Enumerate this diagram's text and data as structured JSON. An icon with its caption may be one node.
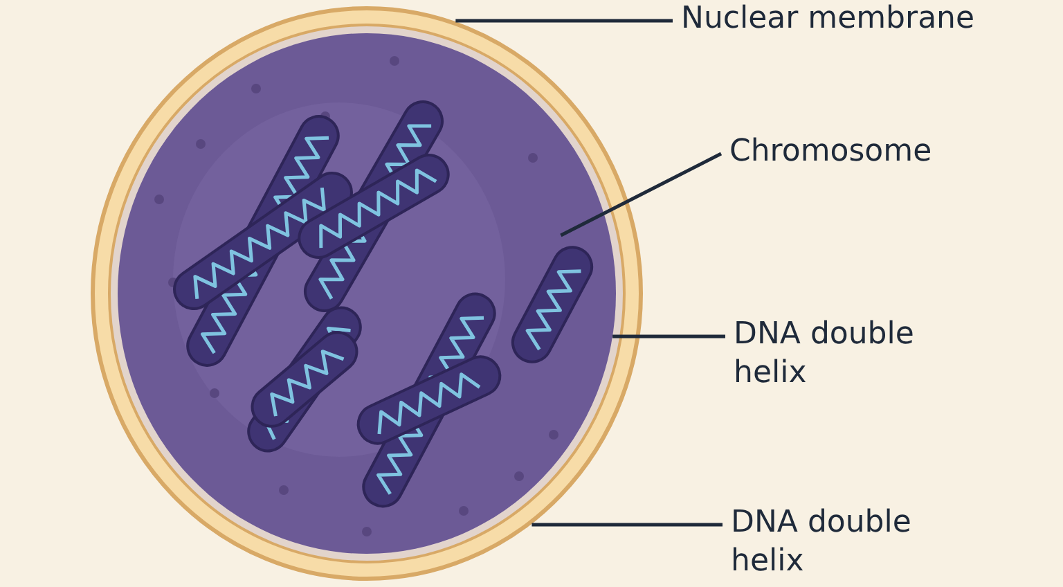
{
  "diagram": {
    "nodes": [
      {
        "text": [
          "Nuclear membrane"
        ]
      },
      {
        "text": [
          "Chromosome"
        ]
      },
      {
        "text": [
          "DNA double helix"
        ]
      },
      {
        "text": [
          "DNA double helix"
        ]
      },
      {
        "text": [],
        "shape": "circle"
      },
      {
        "text": [],
        "shape": "circle",
        "in": 4
      },
      {
        "text": [],
        "shape": "picture",
        "in": 5
      }
    ],
    "edges": [
      {
        "from": 0,
        "to": 4,
        "arrow": "none"
      },
      {
        "from": 1,
        "to": 6,
        "arrow": "none"
      },
      {
        "from": 2,
        "to": 5,
        "arrow": "none"
      },
      {
        "from": 3,
        "to": 4,
        "arrow": "none"
      }
    ]
  }
}
